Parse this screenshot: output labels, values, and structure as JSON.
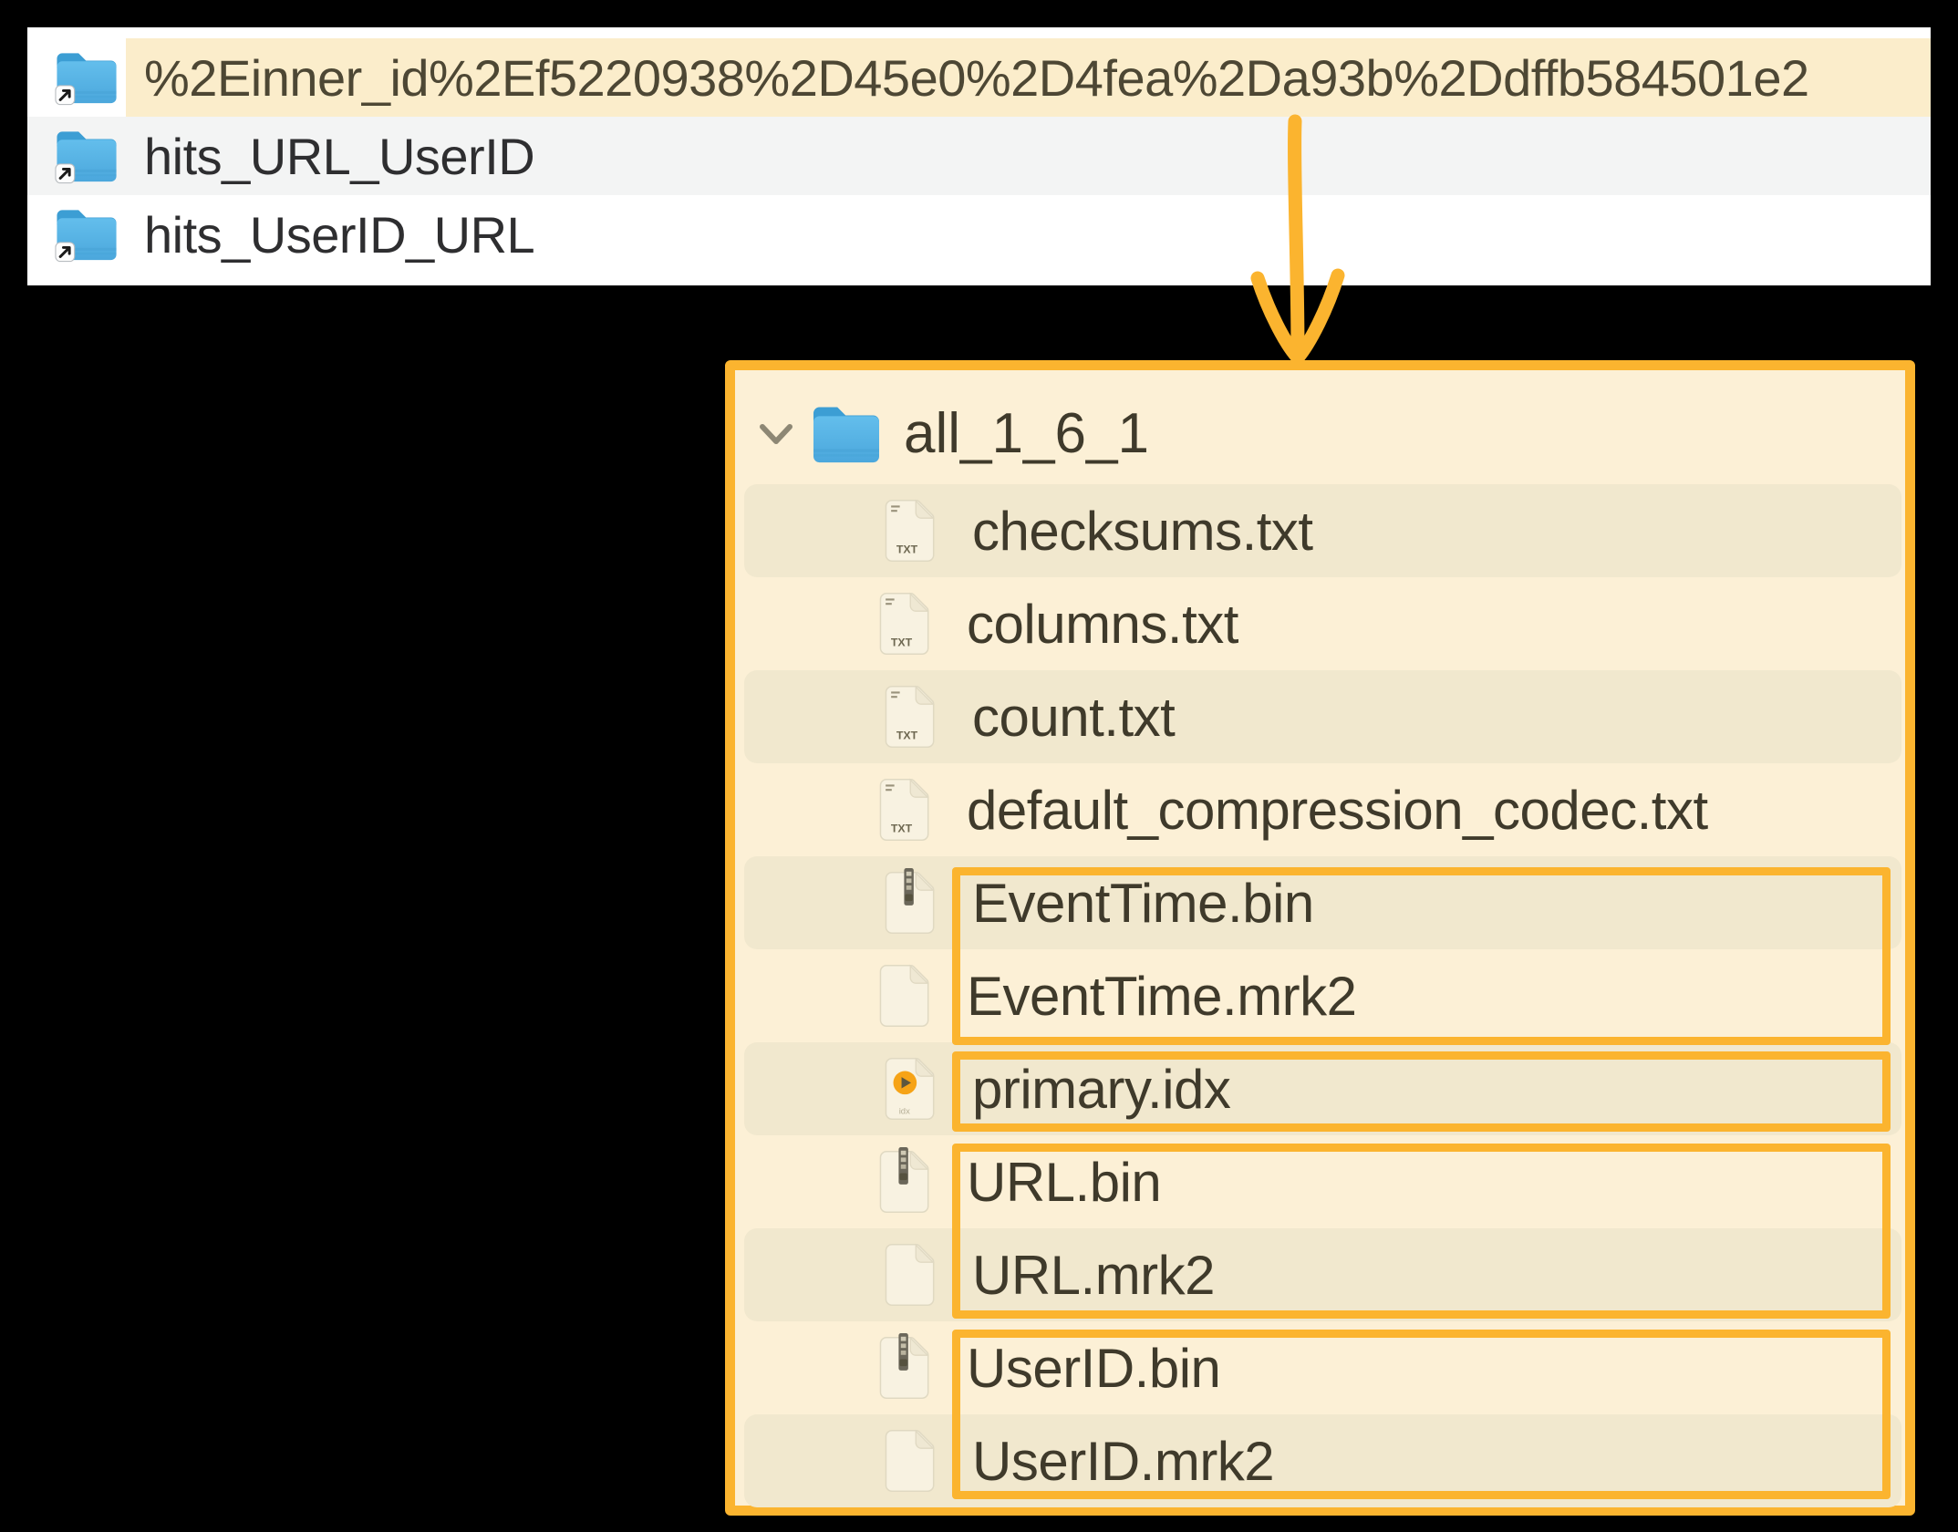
{
  "finder": {
    "rows": [
      {
        "name": "%2Einner_id%2Ef5220938%2D45e0%2D4fea%2Da93b%2Ddffb584501e2",
        "selected": true
      },
      {
        "name": "hits_URL_UserID",
        "selected": false
      },
      {
        "name": "hits_UserID_URL",
        "selected": false
      }
    ]
  },
  "tree": {
    "root": "all_1_6_1",
    "files": [
      {
        "label": "checksums.txt",
        "type": "txt"
      },
      {
        "label": "columns.txt",
        "type": "txt"
      },
      {
        "label": "count.txt",
        "type": "txt"
      },
      {
        "label": "default_compression_codec.txt",
        "type": "txt"
      },
      {
        "label": "EventTime.bin",
        "type": "bin"
      },
      {
        "label": "EventTime.mrk2",
        "type": "plain"
      },
      {
        "label": "primary.idx",
        "type": "idx"
      },
      {
        "label": "URL.bin",
        "type": "bin"
      },
      {
        "label": "URL.mrk2",
        "type": "plain"
      },
      {
        "label": "UserID.bin",
        "type": "bin"
      },
      {
        "label": "UserID.mrk2",
        "type": "plain"
      }
    ]
  },
  "icons": {
    "txt_label": "TXT",
    "idx_label": "idx"
  },
  "colors": {
    "accent": "#FBB42F",
    "selection_highlight": "#FBEDCB",
    "panel_background": "#FCF0D6",
    "row_stripe": "#F1E8CE",
    "finder_stripe": "#F3F4F4"
  }
}
